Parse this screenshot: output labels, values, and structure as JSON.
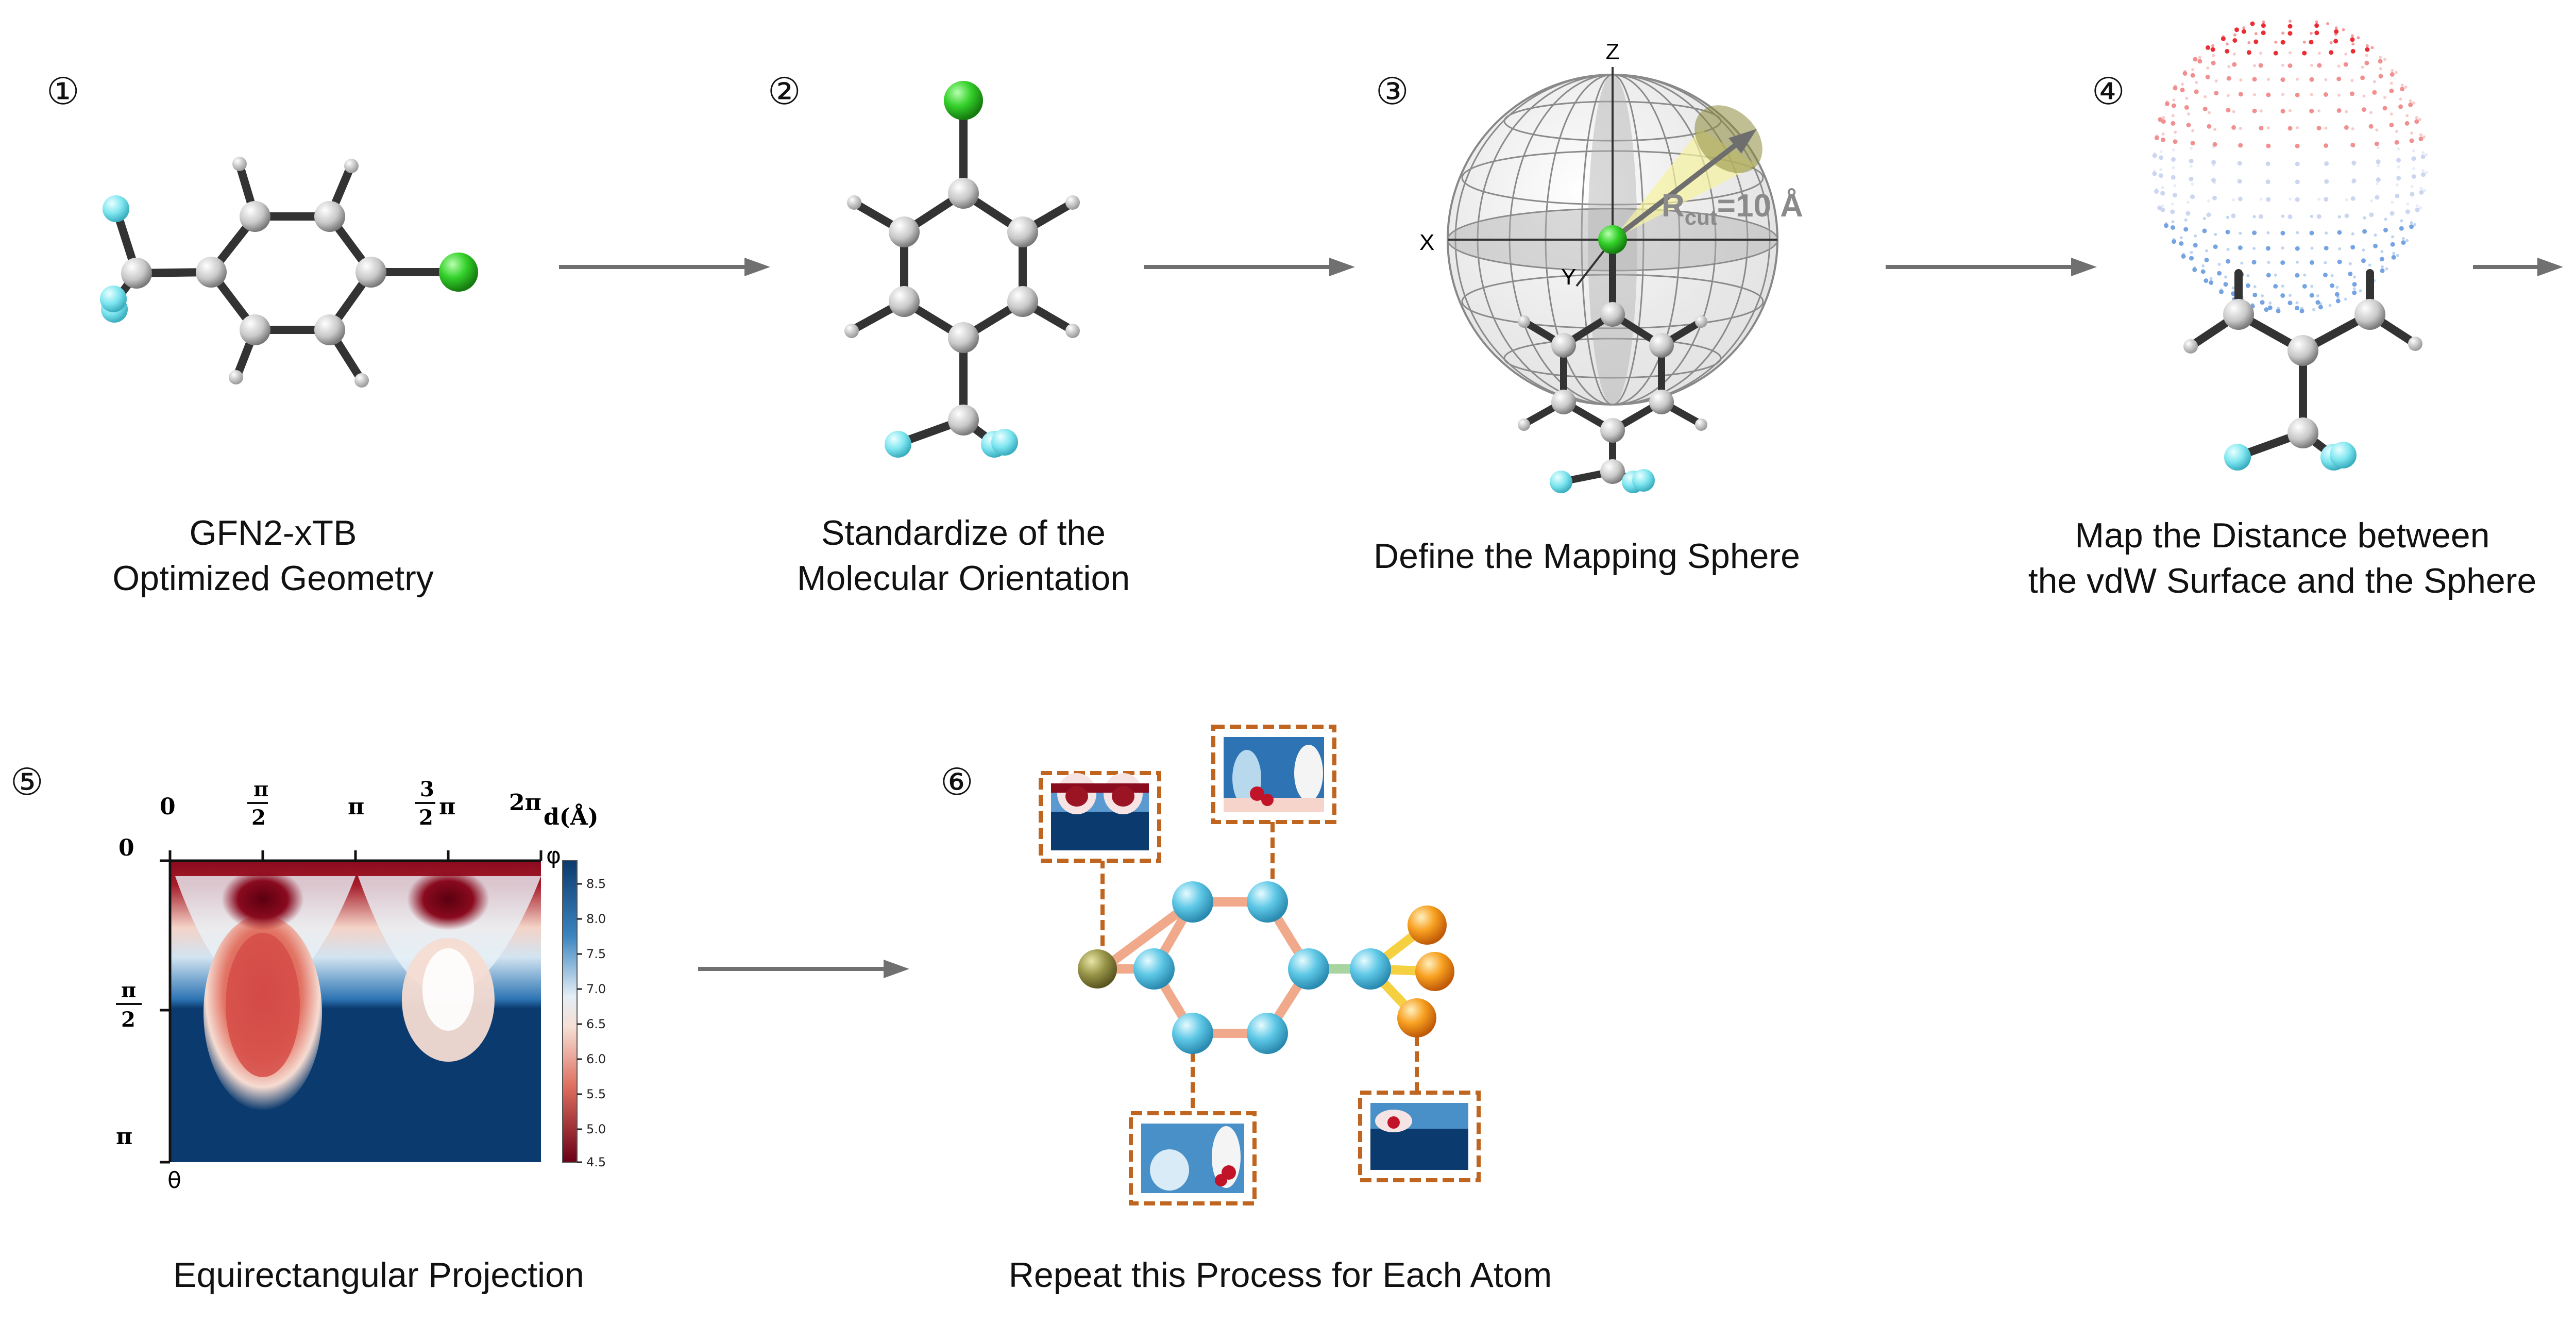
{
  "steps": [
    {
      "num": "①",
      "caption_lines": [
        "GFN2-xTB",
        "Optimized Geometry"
      ]
    },
    {
      "num": "②",
      "caption_lines": [
        "Standardize of the",
        "Molecular Orientation"
      ]
    },
    {
      "num": "③",
      "caption_lines": [
        "Define the Mapping Sphere"
      ]
    },
    {
      "num": "④",
      "caption_lines": [
        "Map the Distance between",
        "the vdW Surface and the Sphere"
      ]
    },
    {
      "num": "⑤",
      "caption_lines": [
        "Equirectangular Projection"
      ]
    },
    {
      "num": "⑥",
      "caption_lines": [
        "Repeat this Process for Each Atom"
      ]
    }
  ],
  "sphere_axes": {
    "z": "Z",
    "x": "X",
    "y": "Y"
  },
  "sphere_radius_label": {
    "main": "R",
    "sub": "cut",
    "value": "=10 Å"
  },
  "projection": {
    "phi_ticks": [
      "0",
      "π",
      "2π"
    ],
    "phi_frac_ticks": [
      {
        "num": "π",
        "den": "2",
        "pre": ""
      },
      {
        "num": "3",
        "den": "2",
        "pre": "π"
      }
    ],
    "theta_ticks": [
      "0",
      "π"
    ],
    "theta_frac": {
      "num": "π",
      "den": "2"
    },
    "phi_symbol": "φ",
    "theta_symbol": "θ",
    "colorbar_title": "d(Å)",
    "colorbar_ticks": [
      "8.5",
      "8.0",
      "7.5",
      "7.0",
      "6.5",
      "6.0",
      "5.5",
      "5.0",
      "4.5"
    ]
  },
  "colors": {
    "arrow": "#707070",
    "inset_border": "#c0651f",
    "atom_carbon": "#5ec8e6",
    "atom_fluorine": "#f0851a",
    "atom_chlorine": "#8c8a3c",
    "bond_ring": "#f0a98a",
    "map_low": "#8a0a1e",
    "map_high": "#0b3a6e"
  }
}
